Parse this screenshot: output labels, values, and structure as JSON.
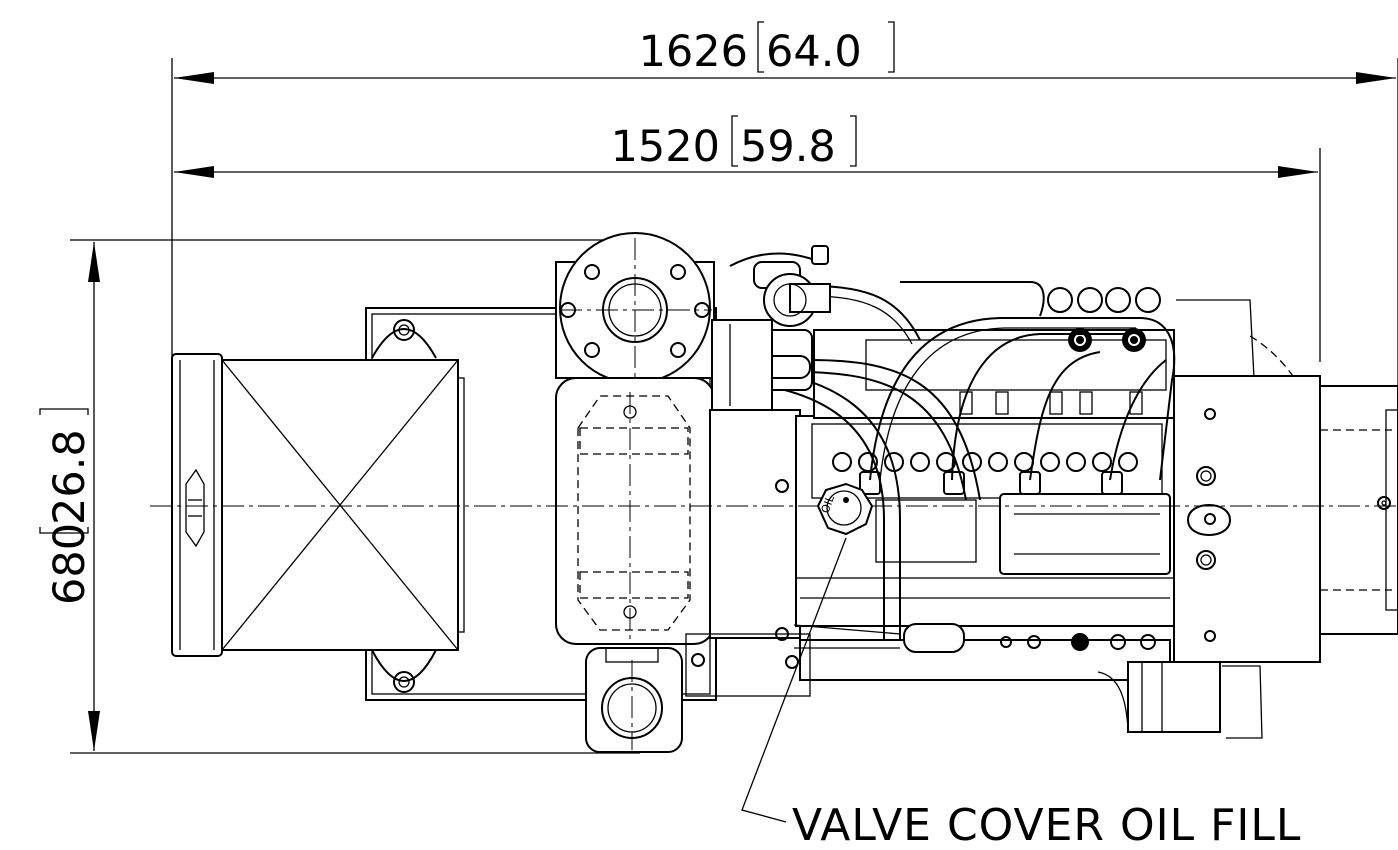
{
  "dimensions": {
    "overall_length": {
      "mm": "1626",
      "inch": "64.0"
    },
    "length": {
      "mm": "1520",
      "inch": "59.8"
    },
    "width": {
      "mm": "680",
      "inch": "26.8"
    }
  },
  "callouts": {
    "oil_fill": "VALVE COVER OIL FILL",
    "oil_cap_label": "OIL"
  }
}
